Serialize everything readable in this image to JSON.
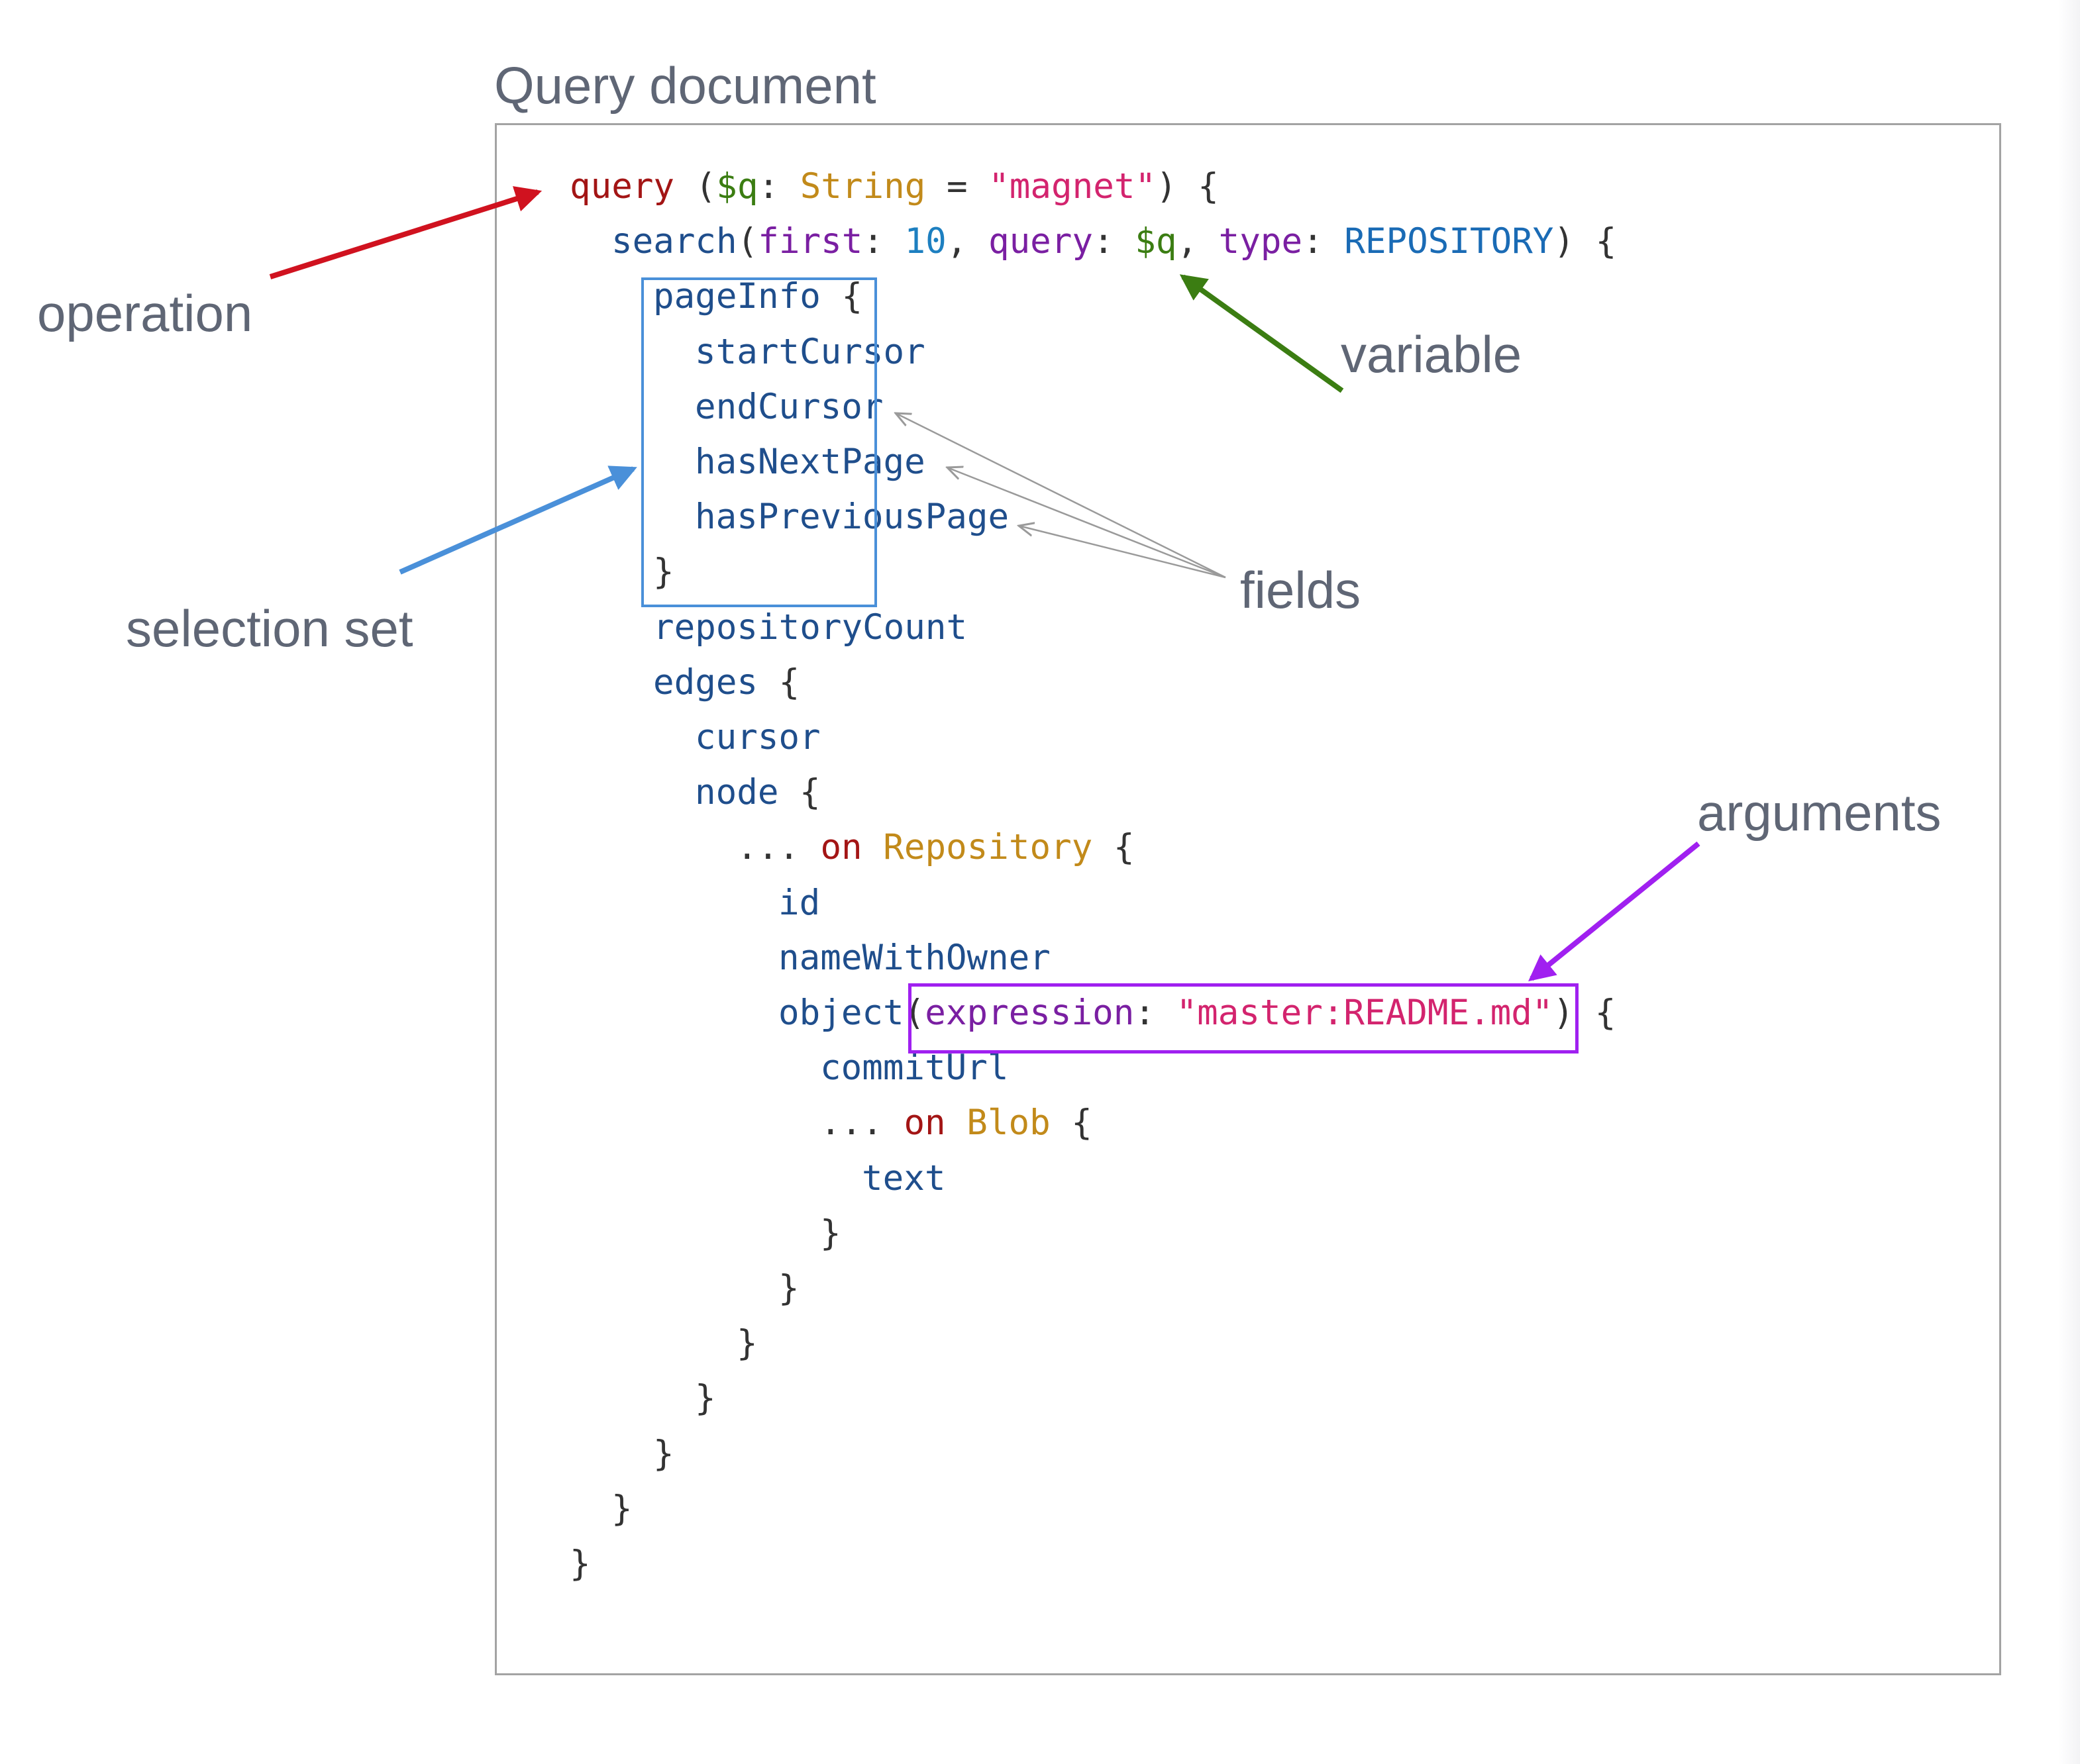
{
  "title": "Query document",
  "code": [
    {
      "indent": 0,
      "tokens": [
        {
          "t": "query",
          "c": "kw"
        },
        {
          "t": " (",
          "c": "pun"
        },
        {
          "t": "$q",
          "c": "var"
        },
        {
          "t": ": ",
          "c": "pun"
        },
        {
          "t": "String",
          "c": "type"
        },
        {
          "t": " = ",
          "c": "pun"
        },
        {
          "t": "\"magnet\"",
          "c": "str"
        },
        {
          "t": ") {",
          "c": "pun"
        }
      ]
    },
    {
      "indent": 1,
      "tokens": [
        {
          "t": "search",
          "c": "fld"
        },
        {
          "t": "(",
          "c": "pun"
        },
        {
          "t": "first",
          "c": "arg"
        },
        {
          "t": ": ",
          "c": "pun"
        },
        {
          "t": "10",
          "c": "num"
        },
        {
          "t": ", ",
          "c": "pun"
        },
        {
          "t": "query",
          "c": "arg"
        },
        {
          "t": ": ",
          "c": "pun"
        },
        {
          "t": "$q",
          "c": "var"
        },
        {
          "t": ", ",
          "c": "pun"
        },
        {
          "t": "type",
          "c": "arg"
        },
        {
          "t": ": ",
          "c": "pun"
        },
        {
          "t": "REPOSITORY",
          "c": "enum"
        },
        {
          "t": ") {",
          "c": "pun"
        }
      ]
    },
    {
      "indent": 2,
      "tokens": [
        {
          "t": "pageInfo",
          "c": "fld"
        },
        {
          "t": " {",
          "c": "pun"
        }
      ]
    },
    {
      "indent": 3,
      "tokens": [
        {
          "t": "startCursor",
          "c": "fld"
        }
      ]
    },
    {
      "indent": 3,
      "tokens": [
        {
          "t": "endCursor",
          "c": "fld"
        }
      ]
    },
    {
      "indent": 3,
      "tokens": [
        {
          "t": "hasNextPage",
          "c": "fld"
        }
      ]
    },
    {
      "indent": 3,
      "tokens": [
        {
          "t": "hasPreviousPage",
          "c": "fld"
        }
      ]
    },
    {
      "indent": 2,
      "tokens": [
        {
          "t": "}",
          "c": "pun"
        }
      ]
    },
    {
      "indent": 2,
      "tokens": [
        {
          "t": "repositoryCount",
          "c": "fld"
        }
      ]
    },
    {
      "indent": 2,
      "tokens": [
        {
          "t": "edges",
          "c": "fld"
        },
        {
          "t": " {",
          "c": "pun"
        }
      ]
    },
    {
      "indent": 3,
      "tokens": [
        {
          "t": "cursor",
          "c": "fld"
        }
      ]
    },
    {
      "indent": 3,
      "tokens": [
        {
          "t": "node",
          "c": "fld"
        },
        {
          "t": " {",
          "c": "pun"
        }
      ]
    },
    {
      "indent": 4,
      "tokens": [
        {
          "t": "...",
          "c": "pun"
        },
        {
          "t": " ",
          "c": "pun"
        },
        {
          "t": "on",
          "c": "op"
        },
        {
          "t": " ",
          "c": "pun"
        },
        {
          "t": "Repository",
          "c": "type"
        },
        {
          "t": " {",
          "c": "pun"
        }
      ]
    },
    {
      "indent": 5,
      "tokens": [
        {
          "t": "id",
          "c": "fld"
        }
      ]
    },
    {
      "indent": 5,
      "tokens": [
        {
          "t": "nameWithOwner",
          "c": "fld"
        }
      ]
    },
    {
      "indent": 5,
      "tokens": [
        {
          "t": "object",
          "c": "fld"
        },
        {
          "t": "(",
          "c": "pun"
        },
        {
          "t": "expression",
          "c": "arg"
        },
        {
          "t": ": ",
          "c": "pun"
        },
        {
          "t": "\"master:README.md\"",
          "c": "str"
        },
        {
          "t": ") {",
          "c": "pun"
        }
      ]
    },
    {
      "indent": 6,
      "tokens": [
        {
          "t": "commitUrl",
          "c": "fld"
        }
      ]
    },
    {
      "indent": 6,
      "tokens": [
        {
          "t": "...",
          "c": "pun"
        },
        {
          "t": " ",
          "c": "pun"
        },
        {
          "t": "on",
          "c": "op"
        },
        {
          "t": " ",
          "c": "pun"
        },
        {
          "t": "Blob",
          "c": "type"
        },
        {
          "t": " {",
          "c": "pun"
        }
      ]
    },
    {
      "indent": 7,
      "tokens": [
        {
          "t": "text",
          "c": "fld"
        }
      ]
    },
    {
      "indent": 6,
      "tokens": [
        {
          "t": "}",
          "c": "pun"
        }
      ]
    },
    {
      "indent": 5,
      "tokens": [
        {
          "t": "}",
          "c": "pun"
        }
      ]
    },
    {
      "indent": 4,
      "tokens": [
        {
          "t": "}",
          "c": "pun"
        }
      ]
    },
    {
      "indent": 3,
      "tokens": [
        {
          "t": "}",
          "c": "pun"
        }
      ]
    },
    {
      "indent": 2,
      "tokens": [
        {
          "t": "}",
          "c": "pun"
        }
      ]
    },
    {
      "indent": 1,
      "tokens": [
        {
          "t": "}",
          "c": "pun"
        }
      ]
    },
    {
      "indent": 0,
      "tokens": [
        {
          "t": "}",
          "c": "pun"
        }
      ]
    }
  ],
  "annotations": {
    "operation": "operation",
    "variable": "variable",
    "selection_set": "selection set",
    "fields": "fields",
    "arguments": "arguments"
  },
  "colors": {
    "operation": "#d0121f",
    "variable": "#3b7d12",
    "selection_set": "#4a90d9",
    "fields": "#9a9a9a",
    "arguments": "#a020f0"
  }
}
